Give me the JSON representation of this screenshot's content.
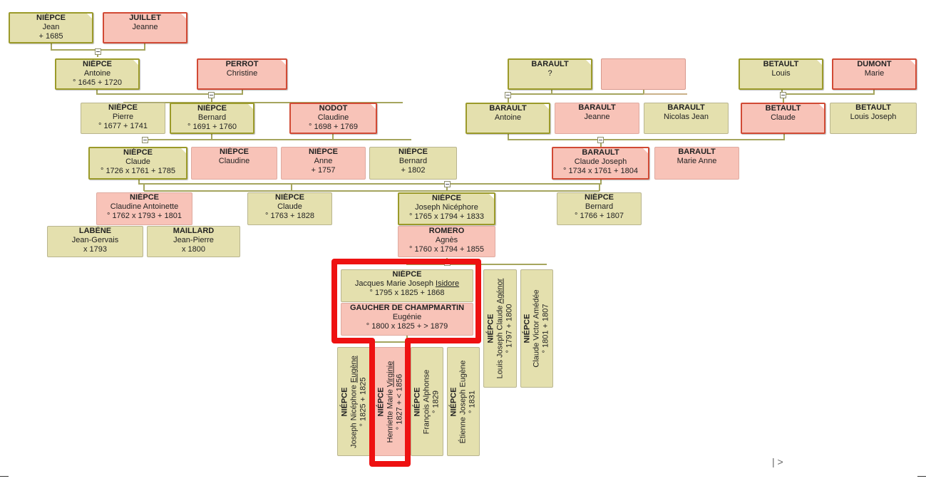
{
  "persons": {
    "niepce_jean": {
      "surname": "NIÉPCE",
      "given": "Jean",
      "dates": "+ 1685"
    },
    "juillet_jeanne": {
      "surname": "JUILLET",
      "given": "Jeanne"
    },
    "niepce_antoine": {
      "surname": "NIÉPCE",
      "given": "Antoine",
      "dates": "° 1645  + 1720"
    },
    "perrot_christine": {
      "surname": "PERROT",
      "given": "Christine"
    },
    "niepce_pierre": {
      "surname": "NIÉPCE",
      "given": "Pierre",
      "dates": "° 1677  + 1741"
    },
    "niepce_bernard_1691": {
      "surname": "NIÉPCE",
      "given": "Bernard",
      "dates": "° 1691  + 1760"
    },
    "nodot_claudine": {
      "surname": "NODOT",
      "given": "Claudine",
      "dates": "° 1698  + 1769"
    },
    "niepce_claude_1726": {
      "surname": "NIÉPCE",
      "given": "Claude",
      "dates": "° 1726  x 1761  + 1785"
    },
    "niepce_claudine": {
      "surname": "NIÉPCE",
      "given": "Claudine"
    },
    "niepce_anne": {
      "surname": "NIÉPCE",
      "given": "Anne",
      "dates": "+ 1757"
    },
    "niepce_bernard_1802": {
      "surname": "NIÉPCE",
      "given": "Bernard",
      "dates": "+ 1802"
    },
    "barault_q": {
      "surname": "BARAULT",
      "given": "?"
    },
    "unknown_wife": {
      "surname": "",
      "given": ""
    },
    "betault_louis": {
      "surname": "BETAULT",
      "given": "Louis"
    },
    "dumont_marie": {
      "surname": "DUMONT",
      "given": "Marie"
    },
    "barault_antoine": {
      "surname": "BARAULT",
      "given": "Antoine"
    },
    "barault_jeanne": {
      "surname": "BARAULT",
      "given": "Jeanne"
    },
    "barault_nicolas": {
      "surname": "BARAULT",
      "given": "Nicolas Jean"
    },
    "betault_claude": {
      "surname": "BETAULT",
      "given": "Claude"
    },
    "betault_louis_joseph": {
      "surname": "BETAULT",
      "given": "Louis Joseph"
    },
    "barault_claude_joseph": {
      "surname": "BARAULT",
      "given": "Claude Joseph",
      "dates": "° 1734  x 1761  + 1804"
    },
    "barault_marie_anne": {
      "surname": "BARAULT",
      "given": "Marie Anne"
    },
    "niepce_claudine_antoinette": {
      "surname": "NIÉPCE",
      "given": "Claudine Antoinette",
      "dates": "° 1762  x 1793  + 1801"
    },
    "niepce_claude_1763": {
      "surname": "NIÉPCE",
      "given": "Claude",
      "dates": "° 1763  + 1828"
    },
    "niepce_joseph_nicephore": {
      "surname": "NIÉPCE",
      "given": "Joseph Nicéphore",
      "dates": "° 1765  x 1794  + 1833"
    },
    "niepce_bernard_1766": {
      "surname": "NIÉPCE",
      "given": "Bernard",
      "dates": "° 1766  + 1807"
    },
    "labene_jean_gervais": {
      "surname": "LABÈNE",
      "given": "Jean-Gervais",
      "dates": "x 1793"
    },
    "maillard_jean_pierre": {
      "surname": "MAILLARD",
      "given": "Jean-Pierre",
      "dates": "x 1800"
    },
    "romero_agnes": {
      "surname": "ROMERO",
      "given": "Agnès",
      "dates": "° 1760  x 1794  + 1855"
    },
    "niepce_isidore": {
      "surname": "NIÉPCE",
      "given_pre": "Jacques Marie Joseph ",
      "given_u": "Isidore",
      "dates": "° 1795  x 1825  + 1868"
    },
    "gaucher_eugenie": {
      "surname": "GAUCHER DE CHAMPMARTIN",
      "given": "Eugénie",
      "dates": "° 1800  x 1825  + > 1879"
    },
    "niepce_louis_agenor": {
      "surname": "NIÉPCE",
      "given_pre": "Louis Joseph Claude ",
      "given_u": "Agénor",
      "dates": "° 1797  + 1800"
    },
    "niepce_claude_victor": {
      "surname": "NIÉPCE",
      "given": "Claude Victor Amédée",
      "dates": "° 1801  + 1807"
    },
    "niepce_eugene": {
      "surname": "NIÉPCE",
      "given_pre": "Joseph Nicéphore ",
      "given_u": "Eugène",
      "dates": "° 1825  + 1825"
    },
    "niepce_virginie": {
      "surname": "NIÉPCE",
      "given_pre": "Henriette Marie ",
      "given_u": "Virginie",
      "dates": "° 1827  + < 1856"
    },
    "niepce_alphonse": {
      "surname": "NIÉPCE",
      "given": "François Alphonse",
      "dates": "° 1829"
    },
    "niepce_etienne": {
      "surname": "NIÉPCE",
      "given": "Étienne Joseph Eugène",
      "dates": "° 1831"
    }
  },
  "navigation": {
    "next_label": "|  >"
  },
  "colors": {
    "male_fill": "#e4e0ae",
    "female_fill": "#f8c3b8",
    "male_border_highlight": "#9b9a2a",
    "female_border_highlight": "#d14a35",
    "connector_line": "#a0a060",
    "highlight": "#ee1111"
  }
}
